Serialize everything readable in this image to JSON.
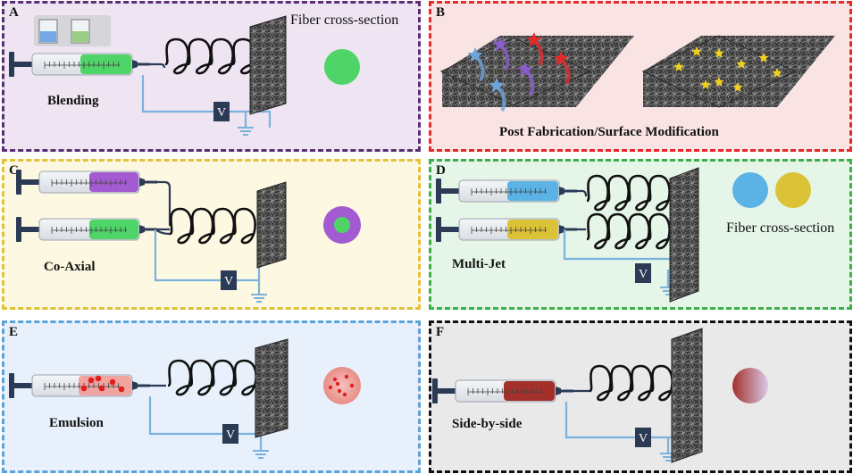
{
  "panels": {
    "A": {
      "label": "A",
      "title": "Blending",
      "note": "Fiber cross-section",
      "voltage": "V",
      "border": "#5a2e73",
      "bg": "#efe5f2"
    },
    "B": {
      "label": "B",
      "title": "Post Fabrication/Surface Modification",
      "border": "#e42b2b",
      "bg": "#f9e3e3"
    },
    "C": {
      "label": "C",
      "title": "Co-Axial",
      "voltage": "V",
      "border": "#e2c23a",
      "bg": "#fdf8e2"
    },
    "D": {
      "label": "D",
      "title": "Multi-Jet",
      "note": "Fiber cross-section",
      "voltage": "V",
      "border": "#3bb04a",
      "bg": "#e5f5e8"
    },
    "E": {
      "label": "E",
      "title": "Emulsion",
      "voltage": "V",
      "border": "#5aa2d8",
      "bg": "#e7f0fb"
    },
    "F": {
      "label": "F",
      "title": "Side-by-side",
      "voltage": "V",
      "border": "#111111",
      "bg": "#e9e9e9"
    }
  },
  "colors": {
    "wire": "#7ab2dd",
    "coil": "#111111",
    "needle_line": "#2b3a55",
    "plunger": "#2b3a55",
    "collector": "#4a4a4a",
    "green": "#4fd468",
    "purple": "#a35bd1",
    "blue": "#5ab3e4",
    "yellow": "#dcc236",
    "emulsion": "#f0a4a0",
    "emulsion_drop": "#e02020",
    "sidebyside": "#a3302a",
    "star_gold": "#f0d020"
  },
  "icons": [
    "syringe-icon",
    "coil-icon",
    "collector-mesh-icon",
    "ground-icon",
    "beaker-icon",
    "star-icon"
  ]
}
